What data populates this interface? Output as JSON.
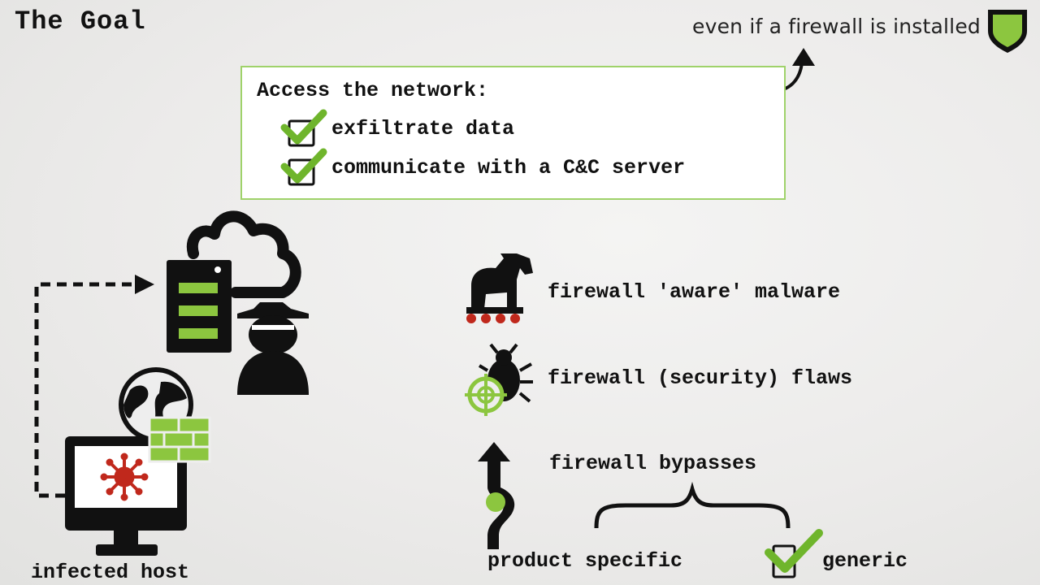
{
  "slide": {
    "title": "The Goal",
    "note": "even if a firewall is installed"
  },
  "goal_box": {
    "title": "Access the network:",
    "items": [
      "exfiltrate data",
      "communicate with a C&C server"
    ]
  },
  "methods": [
    {
      "label": "firewall 'aware' malware",
      "icon": "trojan-horse-icon"
    },
    {
      "label": "firewall (security) flaws",
      "icon": "bug-target-icon"
    },
    {
      "label": "firewall bypasses",
      "icon": "bypass-arrow-icon"
    }
  ],
  "bypass_types": {
    "product_specific": "product specific",
    "generic": "generic"
  },
  "diagram": {
    "host_label": "infected host"
  },
  "colors": {
    "accent_green": "#8cc63f",
    "virus_red": "#c0281c",
    "icon_black": "#111111"
  }
}
